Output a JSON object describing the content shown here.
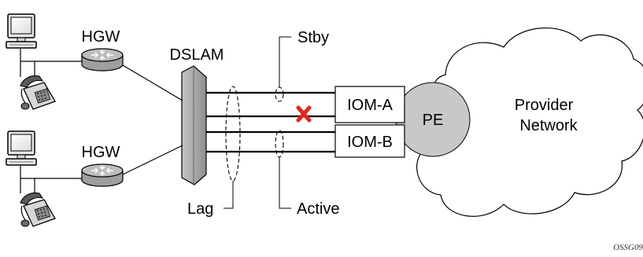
{
  "labels": {
    "hgw_top": "HGW",
    "hgw_bottom": "HGW",
    "dslam": "DSLAM",
    "stby": "Stby",
    "active": "Active",
    "lag": "Lag",
    "iom_a": "IOM-A",
    "iom_b": "IOM-B",
    "pe": "PE",
    "cloud_line1": "Provider",
    "cloud_line2": "Network",
    "figure_id": "OSSG09"
  },
  "colors": {
    "line": "#000000",
    "dslam_fill": "#a9a9a9",
    "router_fill": "#b5b5b5",
    "pe_fill": "#c8c8c8",
    "failure_mark": "#e8231c",
    "box_fill": "#ffffff"
  },
  "icons": {
    "computer": "computer-icon",
    "router": "router-icon",
    "phone": "phone-icon",
    "failure": "failure-x-icon",
    "cloud": "cloud-icon"
  }
}
